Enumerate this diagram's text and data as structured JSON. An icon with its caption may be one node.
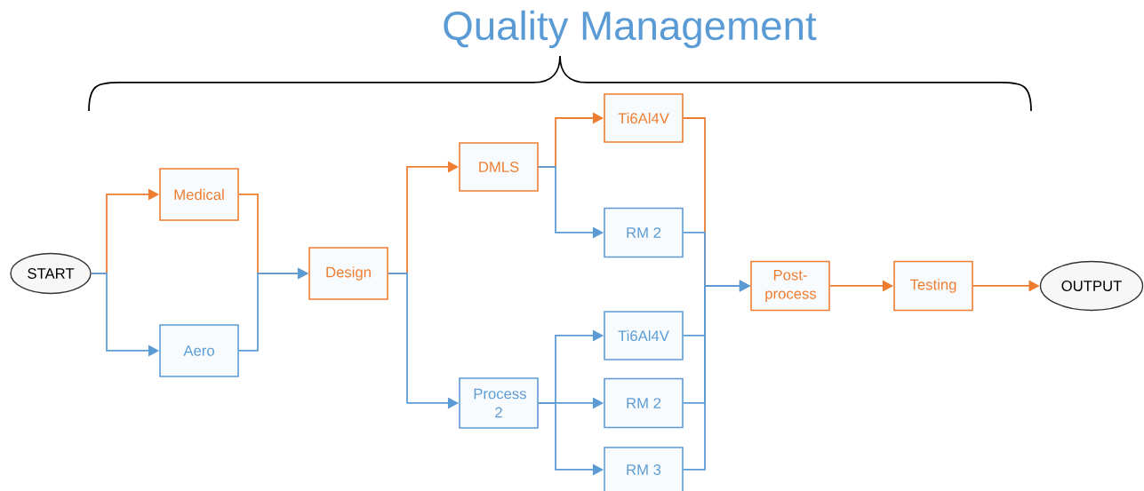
{
  "diagram": {
    "title": "Quality Management",
    "nodes": [
      {
        "text": [
          "START"
        ]
      },
      {
        "text": [
          "Medical"
        ]
      },
      {
        "text": [
          "Aero"
        ]
      },
      {
        "text": [
          "Design"
        ]
      },
      {
        "text": [
          "DMLS"
        ]
      },
      {
        "text": [
          "Process 2"
        ]
      },
      {
        "text": [
          "Ti6Al4V"
        ]
      },
      {
        "text": [
          "RM 2"
        ]
      },
      {
        "text": [
          "Ti6Al4V"
        ]
      },
      {
        "text": [
          "RM 2"
        ]
      },
      {
        "text": [
          "RM 3"
        ]
      },
      {
        "text": [
          "Post-process"
        ]
      },
      {
        "text": [
          "Testing"
        ]
      },
      {
        "text": [
          "OUTPUT"
        ]
      }
    ],
    "edges": [
      {
        "from": 0,
        "to": 1,
        "arrow": "to",
        "color": "#ed7d31"
      },
      {
        "from": 0,
        "to": 2,
        "arrow": "to"
      },
      {
        "from": 1,
        "to": 3,
        "arrow": "to",
        "color": "#ed7d31"
      },
      {
        "from": 2,
        "to": 3,
        "arrow": "to"
      },
      {
        "from": 3,
        "to": 4,
        "arrow": "to",
        "color": "#ed7d31"
      },
      {
        "from": 3,
        "to": 5,
        "arrow": "to"
      },
      {
        "from": 4,
        "to": 6,
        "arrow": "to",
        "color": "#ed7d31"
      },
      {
        "from": 4,
        "to": 7,
        "arrow": "to"
      },
      {
        "from": 5,
        "to": 8,
        "arrow": "to"
      },
      {
        "from": 5,
        "to": 9,
        "arrow": "to"
      },
      {
        "from": 5,
        "to": 10,
        "arrow": "to"
      },
      {
        "from": 6,
        "to": 11,
        "arrow": "to",
        "color": "#ed7d31"
      },
      {
        "from": 7,
        "to": 11,
        "arrow": "to"
      },
      {
        "from": 8,
        "to": 11,
        "arrow": "to"
      },
      {
        "from": 9,
        "to": 11,
        "arrow": "to"
      },
      {
        "from": 10,
        "to": 11,
        "arrow": "to"
      },
      {
        "from": 11,
        "to": 12,
        "arrow": "to",
        "color": "#ed7d31"
      },
      {
        "from": 12,
        "to": 13,
        "arrow": "to",
        "color": "#ed7d31"
      }
    ]
  }
}
